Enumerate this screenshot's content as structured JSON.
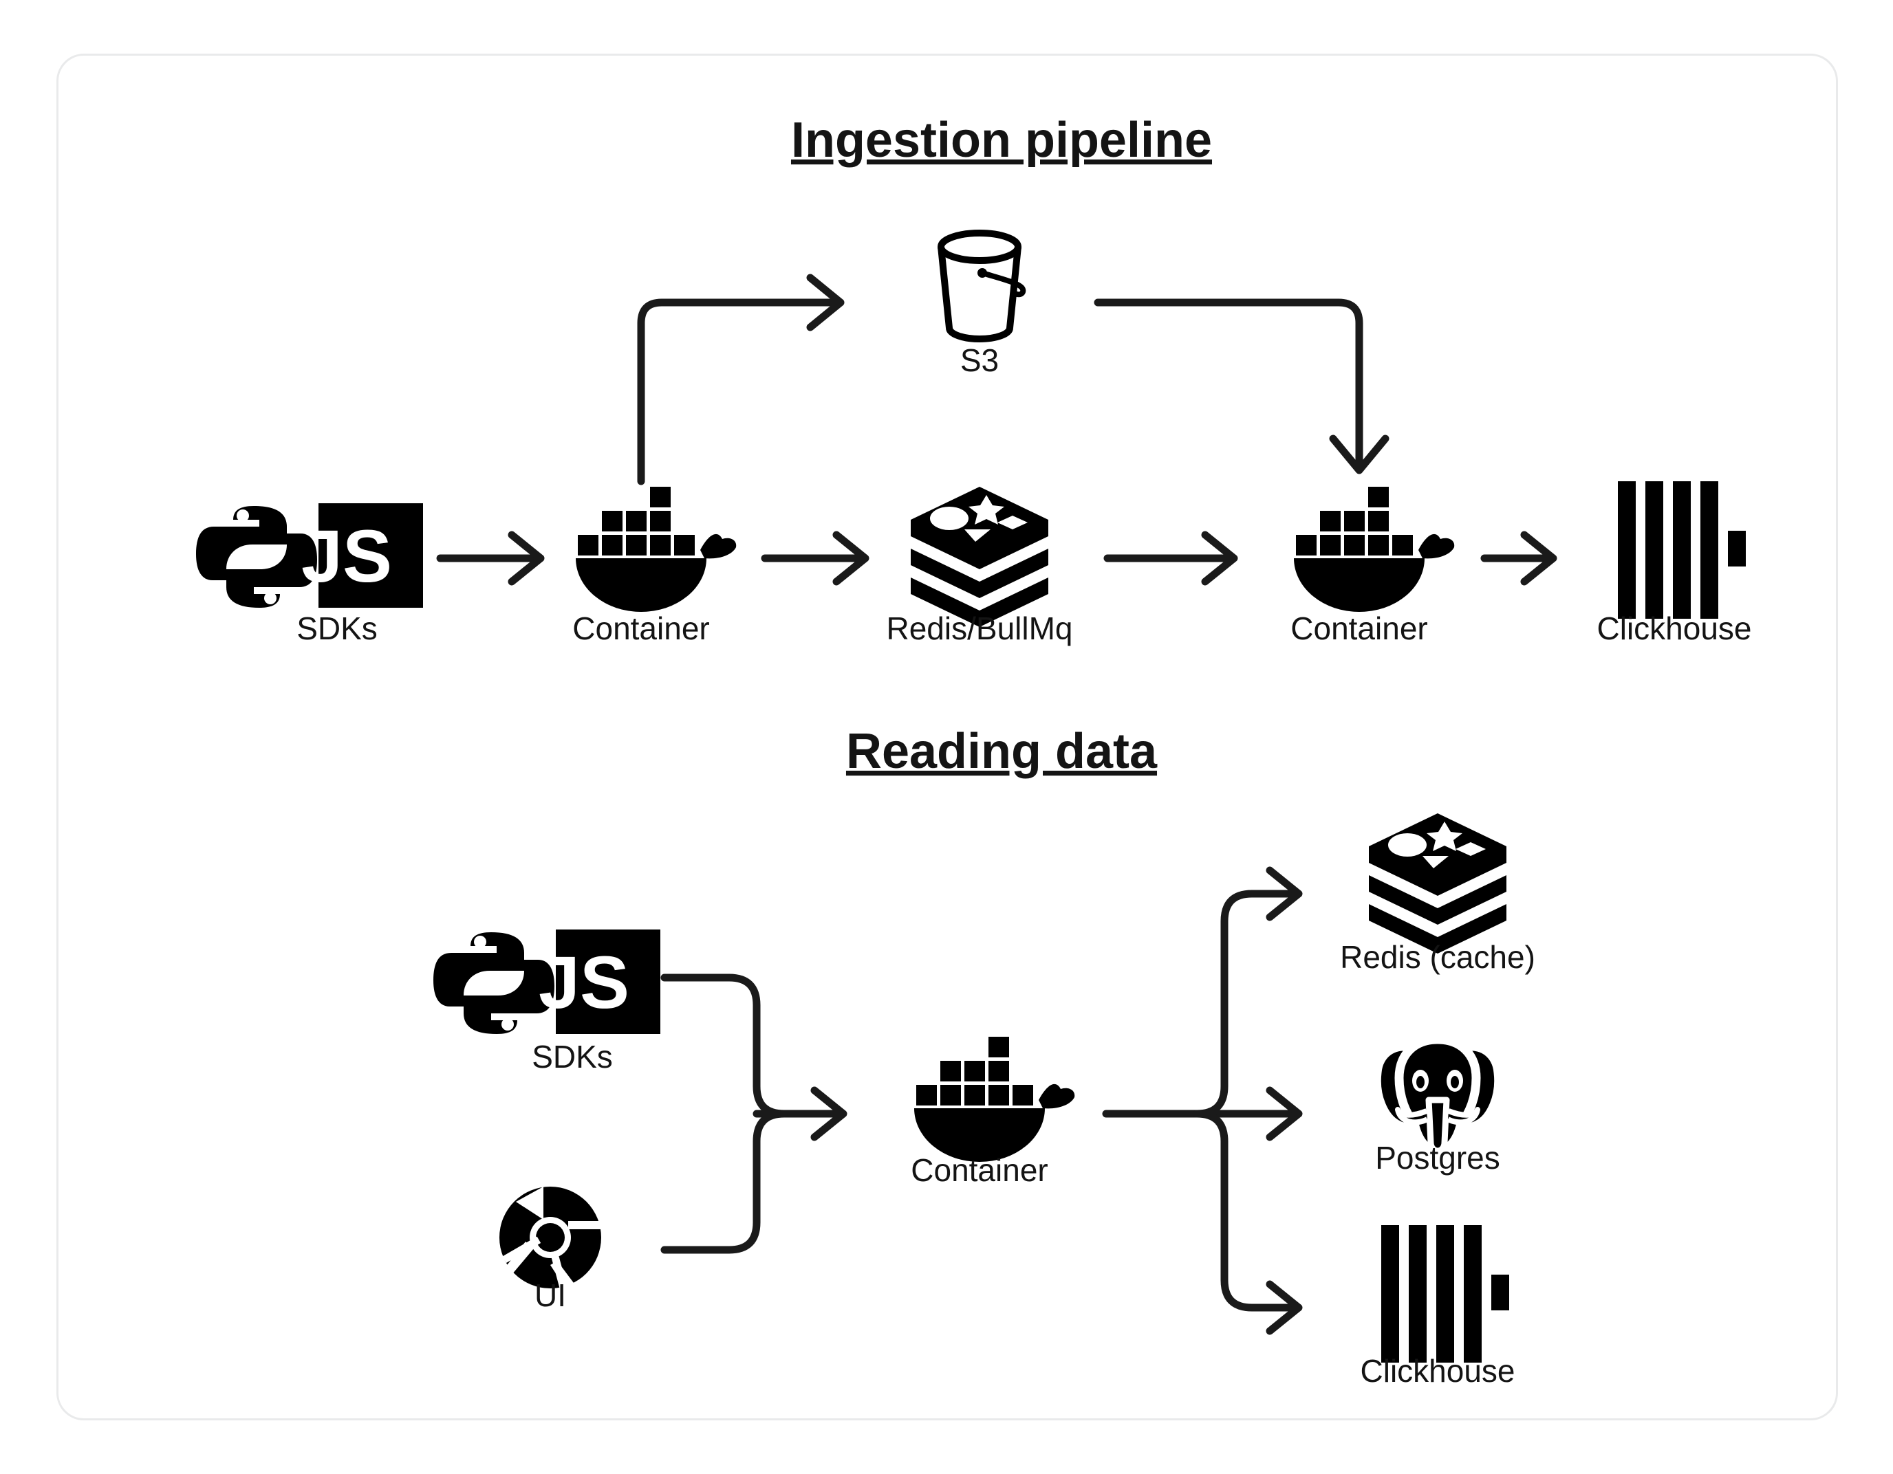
{
  "diagram": {
    "sections": [
      {
        "id": "ingestion",
        "title": "Ingestion pipeline",
        "nodes": [
          {
            "id": "sdks-top",
            "label": "SDKs",
            "icon": "python-js-sdk-icon"
          },
          {
            "id": "container-1",
            "label": "Container",
            "icon": "docker-whale-icon"
          },
          {
            "id": "redis-bullmq",
            "label": "Redis/BullMq",
            "icon": "redis-stack-icon"
          },
          {
            "id": "container-2",
            "label": "Container",
            "icon": "docker-whale-icon"
          },
          {
            "id": "clickhouse-top",
            "label": "Clickhouse",
            "icon": "clickhouse-bars-icon"
          },
          {
            "id": "s3",
            "label": "S3",
            "icon": "s3-bucket-icon"
          }
        ],
        "edges": [
          {
            "from": "sdks-top",
            "to": "container-1"
          },
          {
            "from": "container-1",
            "to": "redis-bullmq"
          },
          {
            "from": "redis-bullmq",
            "to": "container-2"
          },
          {
            "from": "container-2",
            "to": "clickhouse-top"
          },
          {
            "from": "container-1",
            "to": "s3"
          },
          {
            "from": "s3",
            "to": "container-2"
          }
        ]
      },
      {
        "id": "reading",
        "title": "Reading data",
        "nodes": [
          {
            "id": "sdks-bottom",
            "label": "SDKs",
            "icon": "python-js-sdk-icon"
          },
          {
            "id": "ui",
            "label": "UI",
            "icon": "chrome-browser-icon"
          },
          {
            "id": "container-3",
            "label": "Container",
            "icon": "docker-whale-icon"
          },
          {
            "id": "redis-cache",
            "label": "Redis (cache)",
            "icon": "redis-stack-icon"
          },
          {
            "id": "postgres",
            "label": "Postgres",
            "icon": "postgres-elephant-icon"
          },
          {
            "id": "clickhouse-bottom",
            "label": "Clickhouse",
            "icon": "clickhouse-bars-icon"
          }
        ],
        "edges": [
          {
            "from": "sdks-bottom",
            "to": "container-3"
          },
          {
            "from": "ui",
            "to": "container-3"
          },
          {
            "from": "container-3",
            "to": "redis-cache"
          },
          {
            "from": "container-3",
            "to": "postgres"
          },
          {
            "from": "container-3",
            "to": "clickhouse-bottom"
          }
        ]
      }
    ],
    "icon_badges": {
      "javascript_badge_text": "JS"
    },
    "colors": {
      "ink": "#141414",
      "stroke": "#1a1a1a",
      "card_border": "#e9eaeb",
      "background": "#ffffff"
    }
  }
}
